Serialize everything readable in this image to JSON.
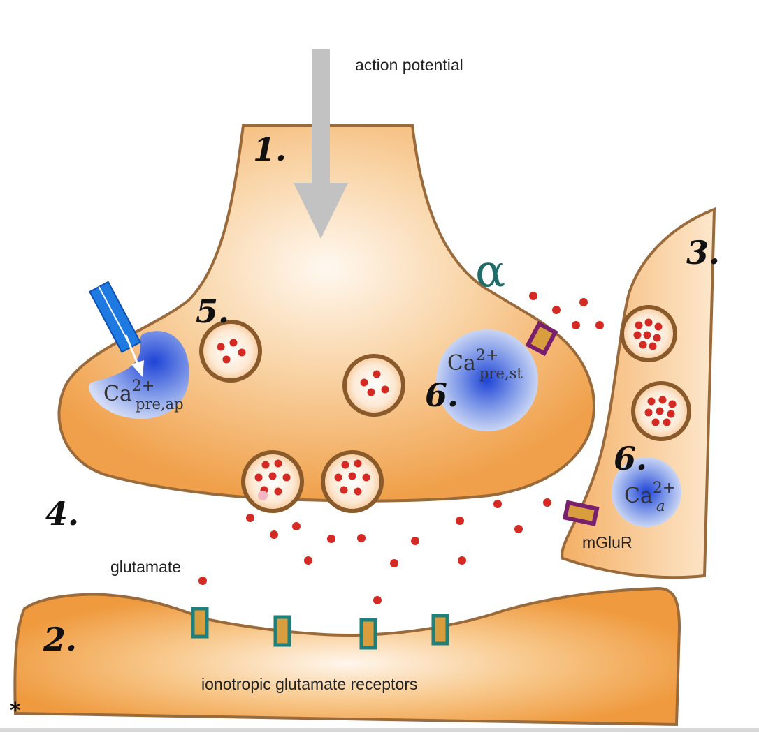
{
  "labels": {
    "action_potential": "action potential",
    "glutamate": "glutamate",
    "ionotropic_receptors": "ionotropic glutamate receptors",
    "mglur": "mGluR",
    "alpha": "α",
    "asterisk": "*"
  },
  "numbers": {
    "n1": "1.",
    "n2": "2.",
    "n3": "3.",
    "n4": "4.",
    "n5": "5.",
    "n6a": "6.",
    "n6b": "6."
  },
  "calcium": {
    "pre_ap": {
      "base": "Ca",
      "sup": "2+",
      "sub": "pre,ap"
    },
    "pre_st": {
      "base": "Ca",
      "sup": "2+",
      "sub": "pre,st"
    },
    "astro": {
      "base": "Ca",
      "sup": "2+",
      "sub": "a"
    }
  },
  "colors": {
    "cell_fill": "#f2a24a",
    "cell_highlight": "#fff6ec",
    "membrane": "#9a6a3b",
    "vesicle_rim": "#8a5a2b",
    "glutamate": "#d42a23",
    "calcium_blue": "#2a55d8",
    "channel_blue": "#1e7ae0",
    "receptor_teal": "#1f7f7a",
    "mglur_purple": "#7a1f6e",
    "arrow_gray": "#c2c2c2",
    "alpha_teal": "#1e6b68"
  }
}
